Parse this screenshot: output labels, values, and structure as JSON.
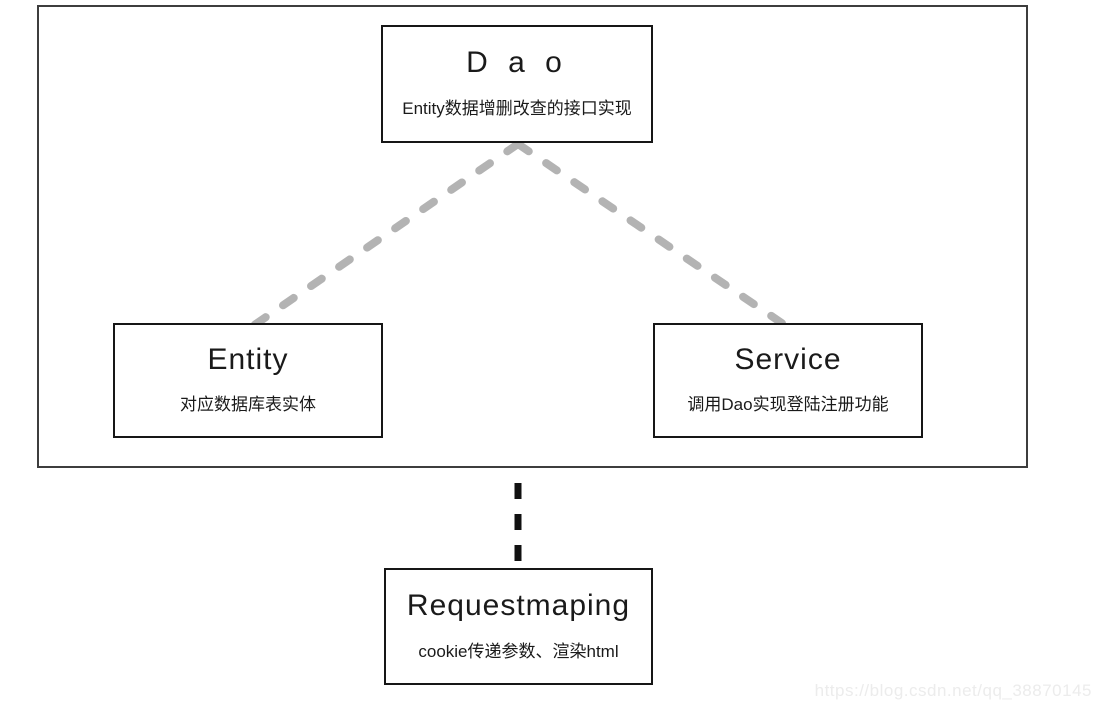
{
  "diagram": {
    "nodes": [
      {
        "id": "dao",
        "title": "D a o",
        "subtitle": "Entity数据增删改查的接口实现"
      },
      {
        "id": "entity",
        "title": "Entity",
        "subtitle": "对应数据库表实体"
      },
      {
        "id": "service",
        "title": "Service",
        "subtitle": "调用Dao实现登陆注册功能"
      },
      {
        "id": "requestmapping",
        "title": "Requestmaping",
        "subtitle": "cookie传递参数、渲染html"
      }
    ],
    "edges": [
      {
        "from": "dao",
        "to": "entity",
        "style": "dashed",
        "color": "#b3b3b3"
      },
      {
        "from": "dao",
        "to": "service",
        "style": "dashed",
        "color": "#b3b3b3"
      },
      {
        "from": "module-frame",
        "to": "requestmapping",
        "style": "dashed",
        "color": "#111111"
      }
    ],
    "colors": {
      "connector_gray": "#b3b3b3",
      "connector_black": "#111111",
      "node_border": "#161616",
      "frame_border": "#3d3d3d",
      "watermark": "#ececec",
      "background": "#ffffff"
    }
  },
  "watermark": {
    "text": "https://blog.csdn.net/qq_38870145"
  }
}
